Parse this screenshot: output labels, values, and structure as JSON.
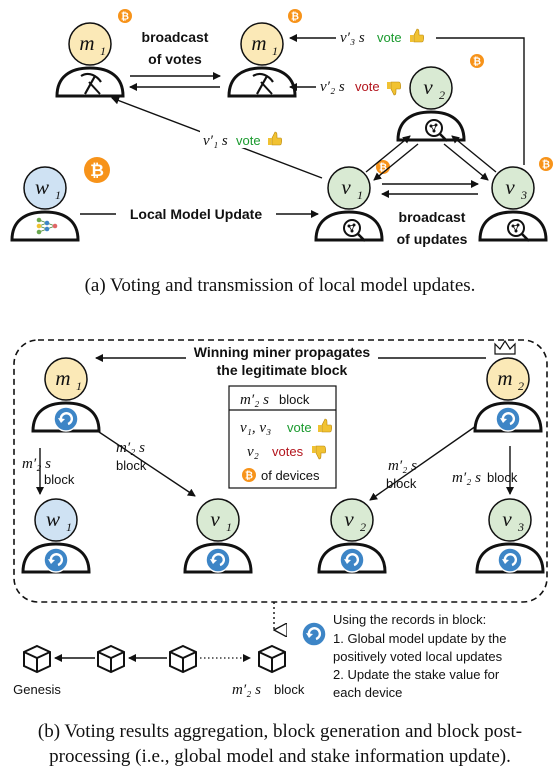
{
  "nodes": {
    "m1": "m",
    "v1": "v",
    "v2": "v",
    "v3": "v",
    "w1": "w",
    "m2": "m"
  },
  "labels": {
    "broadcast_votes_1": "broadcast",
    "broadcast_votes_2": "of votes",
    "local_model_update": "Local Model Update",
    "broadcast_updates_1": "broadcast",
    "broadcast_updates_2": "of updates",
    "v3_vote_prefix": "v′₃ s",
    "v2_vote_prefix": "v′₂ s",
    "v1_vote_prefix": "v′₁ s",
    "vote": "vote",
    "winning_1": "Winning miner propagates",
    "winning_2": "the legitimate block",
    "block_title_math": "m′₂ s",
    "block_title_word": "block",
    "block_row1_math": "v₁, v₃",
    "block_row1_word": "vote",
    "block_row2_math": "v₂",
    "block_row2_word": "votes",
    "block_row3": "of devices",
    "edge_block_math": "m′₂ s",
    "edge_block_word": "block",
    "genesis": "Genesis",
    "chain_block_math": "m′₂ s",
    "chain_block_word": "block",
    "records_1": "Using the records in block:",
    "records_2": "1. Global model update by the",
    "records_3": "positively voted local updates",
    "records_4": "2. Update the stake value for",
    "records_5": "each device"
  },
  "captions": {
    "a": "(a) Voting and transmission of local model updates.",
    "b1": "(b) Voting results aggregation, block generation and block post-",
    "b2": "processing (i.e., global model and stake information update)."
  },
  "colors": {
    "miner": "#fbe9b7",
    "validator": "#d9ead3",
    "worker": "#cfe2f3",
    "bitcoin": "#f7931a",
    "sync": "#3d85c6",
    "vote_green": "#1a9a2e",
    "vote_red": "#b3141c"
  },
  "icons": [
    "bitcoin-icon",
    "thumbs-up-icon",
    "thumbs-down-icon",
    "pickaxe-icon",
    "magnifier-icon",
    "neural-net-icon",
    "sync-icon",
    "crown-icon",
    "cube-block-icon"
  ]
}
